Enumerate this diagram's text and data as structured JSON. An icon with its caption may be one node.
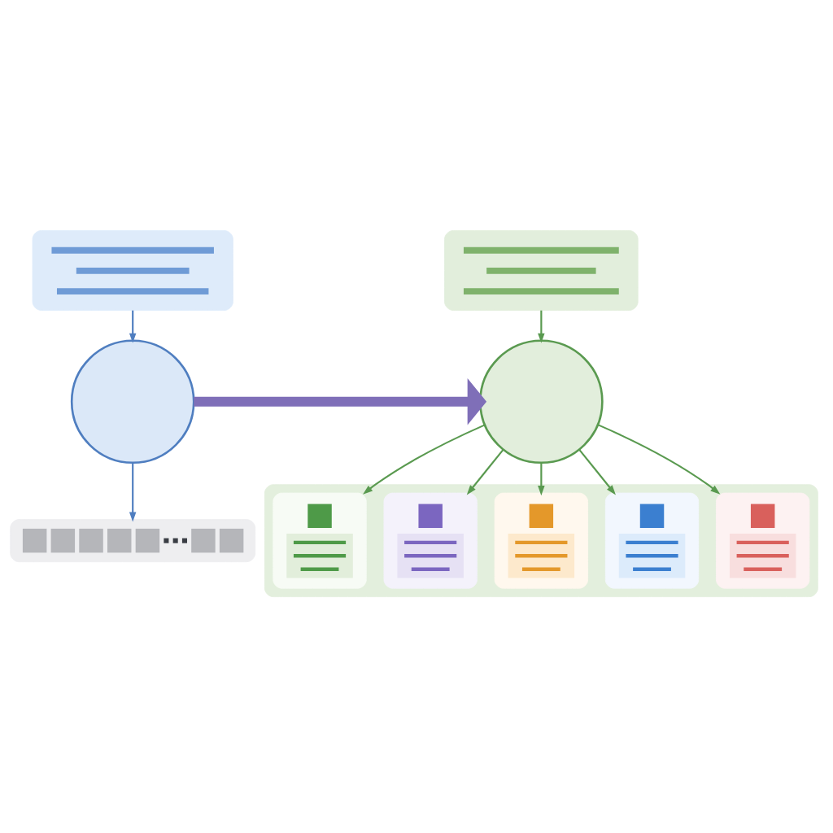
{
  "diagram": {
    "nodes": [
      {
        "text": [],
        "shape": "box"
      },
      {
        "text": [],
        "shape": "circle"
      },
      {
        "text": [],
        "shape": "box"
      },
      {
        "text": [],
        "shape": "box"
      },
      {
        "text": [],
        "shape": "circle"
      },
      {
        "text": [],
        "shape": "box"
      },
      {
        "text": [],
        "shape": "box",
        "in": 5
      },
      {
        "text": [],
        "shape": "box",
        "in": 5
      },
      {
        "text": [],
        "shape": "box",
        "in": 5
      },
      {
        "text": [],
        "shape": "box",
        "in": 5
      },
      {
        "text": [],
        "shape": "box",
        "in": 5
      }
    ],
    "edges": [
      {
        "from": 0,
        "to": 1,
        "arrow": "to",
        "color": "#4f7ec0"
      },
      {
        "from": 1,
        "to": 2,
        "arrow": "to",
        "color": "#4f7ec0"
      },
      {
        "from": 1,
        "to": 4,
        "arrow": "to",
        "style": "thick",
        "color": "#7f6fb8"
      },
      {
        "from": 3,
        "to": 4,
        "arrow": "to"
      },
      {
        "from": 4,
        "to": 6,
        "arrow": "to"
      },
      {
        "from": 4,
        "to": 7,
        "arrow": "to"
      },
      {
        "from": 4,
        "to": 8,
        "arrow": "to"
      },
      {
        "from": 4,
        "to": 9,
        "arrow": "to"
      },
      {
        "from": 4,
        "to": 10,
        "arrow": "to"
      }
    ]
  }
}
